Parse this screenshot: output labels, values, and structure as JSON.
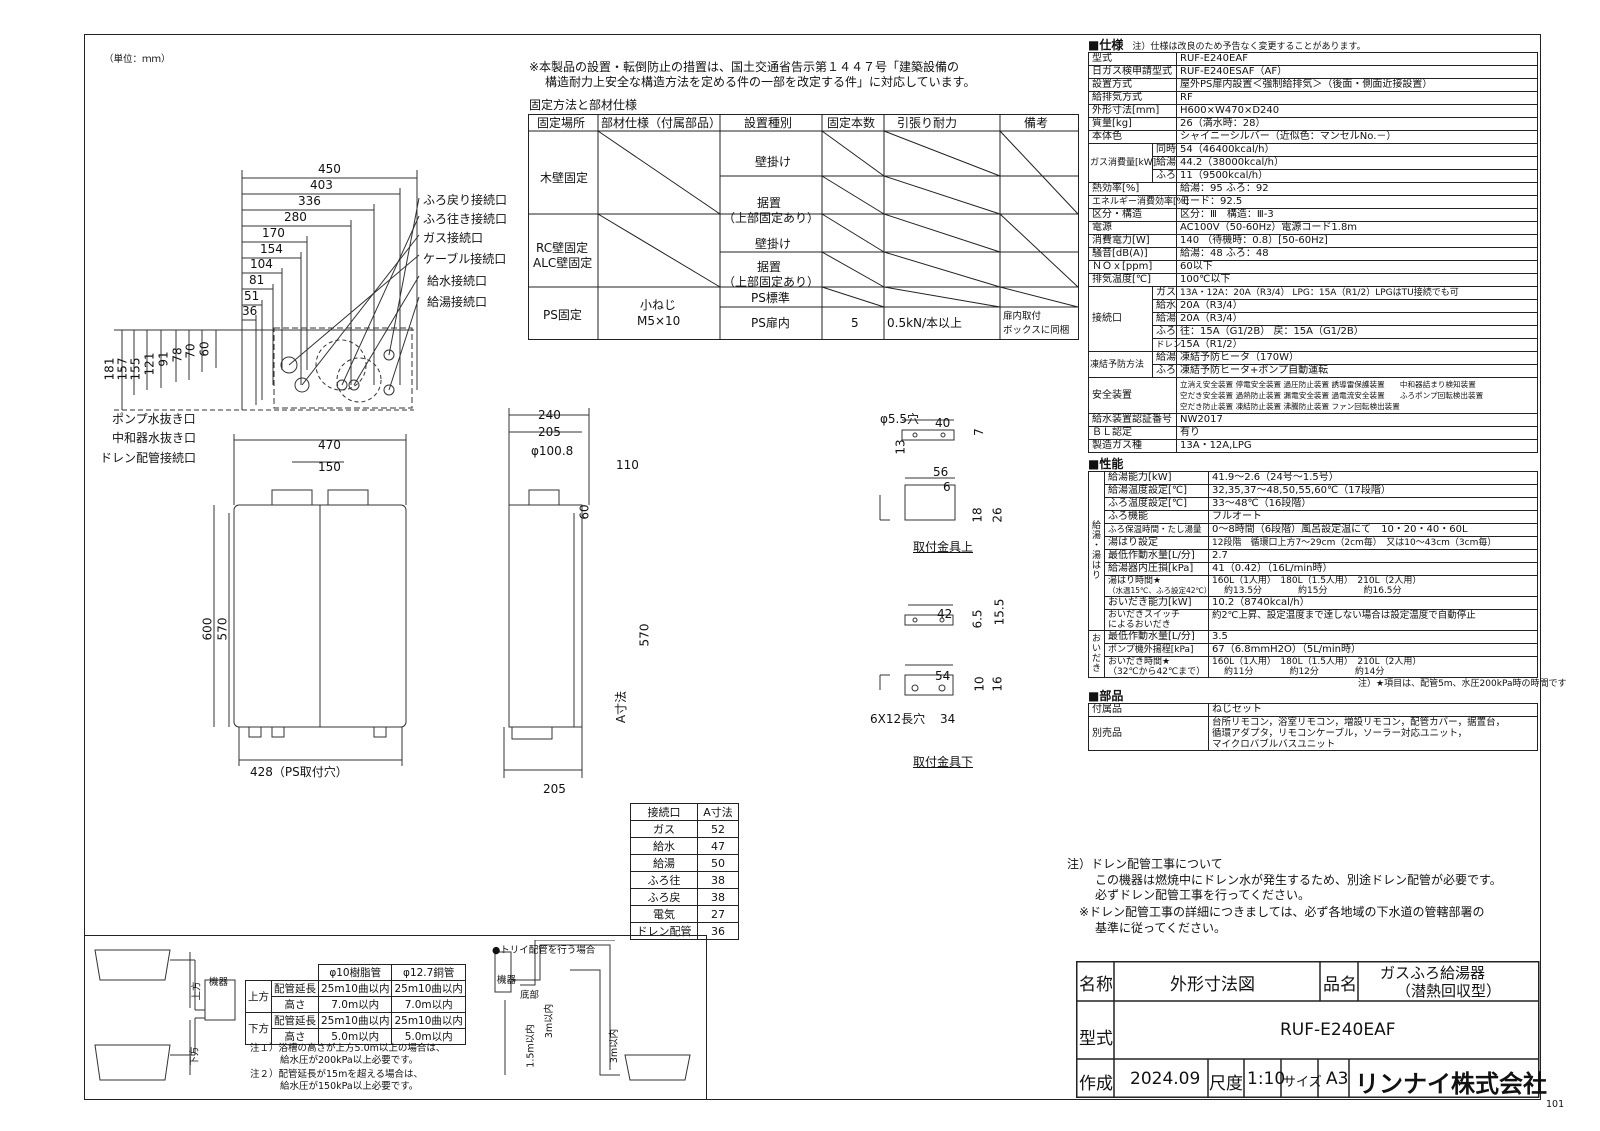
{
  "unit_note": "（単位：ｍｍ）",
  "notice": [
    "※本製品の設置・転倒防止の措置は、国土交通省告示第１４４７号「建築設備の",
    "構造耐力上安全な構造方法を定める件の一部を改定する件」に対応しています。"
  ],
  "fix_table": {
    "title": "固定方法と部材仕様",
    "headers": [
      "固定場所",
      "部材仕様（付属部品）",
      "設置種別",
      "固定本数",
      "引張り耐力",
      "備考"
    ],
    "wood": "木壁固定",
    "rc": [
      "RC壁固定",
      "ALC壁固定"
    ],
    "ps": "PS固定",
    "wall_hang": "壁掛け",
    "floor": [
      "据置",
      "（上部固定あり）"
    ],
    "parts": [
      "小ねじ",
      "M5×10"
    ],
    "ps_std": "PS標準",
    "ps_in": "PS扉内",
    "count": "5",
    "strength": "0.5kN/本以上",
    "remark": [
      "扉内取付",
      "ボックスに同梱"
    ]
  },
  "top_dims": [
    "450",
    "403",
    "336",
    "280",
    "170",
    "154",
    "104",
    "81",
    "51",
    "36"
  ],
  "left_dims": [
    "181",
    "157",
    "155",
    "121",
    "91",
    "78",
    "70",
    "60"
  ],
  "conn_labels": [
    "ふろ戻り接続口",
    "ふろ往き接続口",
    "ガス接続口",
    "ケーブル接続口",
    "給水接続口",
    "給湯接続口"
  ],
  "bottom_labels": [
    "ポンプ水抜き口",
    "中和器水抜き口",
    "ドレン配管接続口"
  ],
  "front_dims": {
    "width": "470",
    "top": "150",
    "h1": "600",
    "h2": "570",
    "ps": "428（PS取付穴）"
  },
  "side_dims": {
    "d1": "240",
    "d2": "205",
    "pipe": "φ100.8",
    "off": "110",
    "h60": "60",
    "h570": "570",
    "a": "A寸法",
    "bot": "205"
  },
  "bracket": {
    "top": {
      "hole": "φ5.5穴",
      "d40": "40",
      "d7": "7",
      "d13": "13",
      "d56": "56",
      "d6": "6",
      "d18": "18",
      "d26": "26",
      "label": "取付金具上"
    },
    "bottom": {
      "d42": "42",
      "d65": "6.5",
      "d155": "15.5",
      "d54": "54",
      "d10": "10",
      "d16": "16",
      "slot": "6X12長穴",
      "d34": "34",
      "label": "取付金具下"
    }
  },
  "a_table": {
    "headers": [
      "接続口",
      "A寸法"
    ],
    "rows": [
      [
        "ガス",
        "52"
      ],
      [
        "給水",
        "47"
      ],
      [
        "給湯",
        "50"
      ],
      [
        "ふろ往",
        "38"
      ],
      [
        "ふろ戻",
        "38"
      ],
      [
        "電気",
        "27"
      ],
      [
        "ドレン配管",
        "36"
      ]
    ]
  },
  "pipe_table": {
    "h1": "φ10樹脂管",
    "h2": "φ12.7銅管",
    "up": "上方",
    "down": "下方",
    "len": "配管延長",
    "height": "高さ",
    "up_len1": "25m10曲以内",
    "up_len2": "25m10曲以内",
    "up_h1": "7.0m以内",
    "up_h2": "7.0m以内",
    "dn_len1": "25m10曲以内",
    "dn_len2": "25m10曲以内",
    "dn_h1": "5.0m以内",
    "dn_h2": "5.0m以内",
    "side_up": "上方",
    "side_down": "下方",
    "unit": "機器"
  },
  "pipe_notes": [
    "注１）浴槽の高さが上方5.0m以上の場合は、",
    "給水圧が200kPa以上必要です。",
    "注２）配管延長が15mを超える場合は、",
    "給水圧が150kPa以上必要です。"
  ],
  "trap": {
    "title": "●トリイ配管を行う場合",
    "unit": "機器",
    "bottom": "底部",
    "d1": "3m以内",
    "d2": "1.5m以内",
    "d3": "3m以内"
  },
  "spec": {
    "heading": "■仕様",
    "heading_note": "注）仕様は改良のため予告なく変更することがあります。",
    "rows": [
      [
        "型式",
        "RUF-E240EAF"
      ],
      [
        "日ガス検申請型式",
        "RUF-E240ESAF（AF）"
      ],
      [
        "設置方式",
        "屋外PS扉内設置＜強制給排気＞（後面・側面近接設置）"
      ],
      [
        "給排気方式",
        "RF"
      ],
      [
        "外形寸法[mm]",
        "H600×W470×D240"
      ],
      [
        "質量[kg]",
        "26（満水時：28）"
      ],
      [
        "本体色",
        "シャイニーシルバー（近似色：マンセルNo.－）"
      ]
    ],
    "gas_label": "ガス消費量[kW]",
    "gas_rows": [
      [
        "同時",
        "54（46400kcal/h）"
      ],
      [
        "給湯",
        "44.2（38000kcal/h）"
      ],
      [
        "ふろ",
        "11（9500kcal/h）"
      ]
    ],
    "rows2": [
      [
        "熱効率[%]",
        "給湯：95 ふろ：92"
      ],
      [
        "エネルギー消費効率[%]",
        "モード：92.5"
      ],
      [
        "区分・構造",
        "区分：Ⅲ　構造：Ⅲ-3"
      ],
      [
        "電源",
        "AC100V（50-60Hz）電源コード1.8m"
      ],
      [
        "消費電力[W]",
        "140 （待機時：0.8）[50-60Hz]"
      ],
      [
        "騒音[dB(A)]",
        "給湯：48 ふろ：48"
      ],
      [
        "ＮＯｘ[ppm]",
        "60以下"
      ],
      [
        "排気温度[℃]",
        "100℃以下"
      ]
    ],
    "conn_label": "接続口",
    "conn_rows": [
      [
        "ガス",
        "13A・12A：20A（R3/4） LPG：15A（R1/2）LPGはTU接続でも可"
      ],
      [
        "給水",
        "20A（R3/4）"
      ],
      [
        "給湯",
        "20A（R3/4）"
      ],
      [
        "ふろ",
        "往：15A（G1/2B） 戻：15A（G1/2B）"
      ],
      [
        "ドレン",
        "15A（R1/2）"
      ]
    ],
    "freeze_label": "凍結予防方法",
    "freeze_rows": [
      [
        "給湯",
        "凍結予防ヒータ（170W）"
      ],
      [
        "ふろ",
        "凍結予防ヒータ+ポンプ自動運転"
      ]
    ],
    "safety_label": "安全装置",
    "safety_lines": [
      "立消え安全装置 停電安全装置 過圧防止装置 誘導雷保護装置　　中和器詰まり検知装置",
      "空だき安全装置 過熱防止装置 漏電安全装置 過電流安全装置　　ふろポンプ回転検出装置",
      "空だき防止装置 凍結防止装置 沸騰防止装置 ファン回転検出装置"
    ],
    "rows3": [
      [
        "給水装置認証番号",
        "NW2017"
      ],
      [
        "ＢＬ認定",
        "有り"
      ],
      [
        "製造ガス種",
        "13A・12A,LPG"
      ]
    ]
  },
  "perf": {
    "heading": "■性能",
    "side1": [
      "給",
      "湯",
      "・",
      "湯",
      "は",
      "り"
    ],
    "side2": [
      "お",
      "い",
      "だ",
      "き"
    ],
    "rows": [
      [
        "給湯能力[kW]",
        "41.9～2.6（24号～1.5号）"
      ],
      [
        "給湯温度設定[℃]",
        "32,35,37～48,50,55,60℃（17段階）"
      ],
      [
        "ふろ温度設定[℃]",
        "33～48℃（16段階）"
      ],
      [
        "ふろ機能",
        "フルオート"
      ],
      [
        "ふろ保温時間・たし湯量",
        "0～8時間（6段階）風呂設定温にて　10・20・40・60L"
      ],
      [
        "湯はり設定",
        "12段階　循環口上方7～29cm（2cm毎）　又は10～43cm（3cm毎）"
      ],
      [
        "最低作動水量[L/分]",
        "2.7"
      ],
      [
        "給湯器内圧損[kPa]",
        "41（0.42）（16L/min時）"
      ]
    ],
    "fill_label": [
      "湯はり時間★",
      "（水温15℃、ふろ設定42℃）"
    ],
    "fill_vals": [
      "160L（1人用）　180L（1.5人用）　210L（2人用）",
      "約13.5分　　　　約15分　　　　約16.5分"
    ],
    "reheat": [
      "おいだき能力[kW]",
      "10.2（8740kcal/h）"
    ],
    "switch_label": [
      "おいだきスイッチ",
      "によるおいだき"
    ],
    "switch_val": "約2℃上昇、設定温度まで達しない場合は設定温度で自動停止",
    "rows_b": [
      [
        "最低作動水量[L/分]",
        "3.5"
      ],
      [
        "ポンプ機外揚程[kPa]",
        "67（6.8mmH2O）（5L/min時）"
      ]
    ],
    "reheat_time_label": [
      "おいだき時間★",
      "（32℃から42℃まで）"
    ],
    "reheat_time_vals": [
      "160L（1人用）　180L（1.5人用）　210L（2人用）",
      "約11分　　　　約12分　　　　約14分"
    ],
    "footnote": "注）★項目は、配管5m、水圧200kPa時の時間です"
  },
  "parts": {
    "heading": "■部品",
    "acc_label": "付属品",
    "acc_val": "ねじセット",
    "opt_label": "別売品",
    "opt_vals": [
      "台所リモコン，浴室リモコン，増設リモコン，配管カバー，据置台，",
      "循環アダプタ，リモコンケーブル，ソーラー対応ユニット，",
      "マイクロバブルバスユニット"
    ]
  },
  "drain_notes": [
    "注）ドレン配管工事について",
    "この機器は燃焼中にドレン水が発生するため、別途ドレン配管が必要です。",
    "必ずドレン配管工事を行ってください。",
    "※ドレン配管工事の詳細につきましては、必ず各地域の下水道の管轄部署の",
    "基準に従ってください。"
  ],
  "title_block": {
    "name_label": "名称",
    "name": "外形寸法図",
    "product_label": "品名",
    "product": [
      "ガスふろ給湯器",
      "（潜熱回収型）"
    ],
    "model_label": "型式",
    "model": "RUF-E240EAF",
    "made_label": "作成",
    "date": "2024.09",
    "scale_label": "尺度",
    "scale": "1:10",
    "size_label": "サイズ",
    "size": "A3",
    "company": "リンナイ株式会社"
  },
  "page_no": "101"
}
